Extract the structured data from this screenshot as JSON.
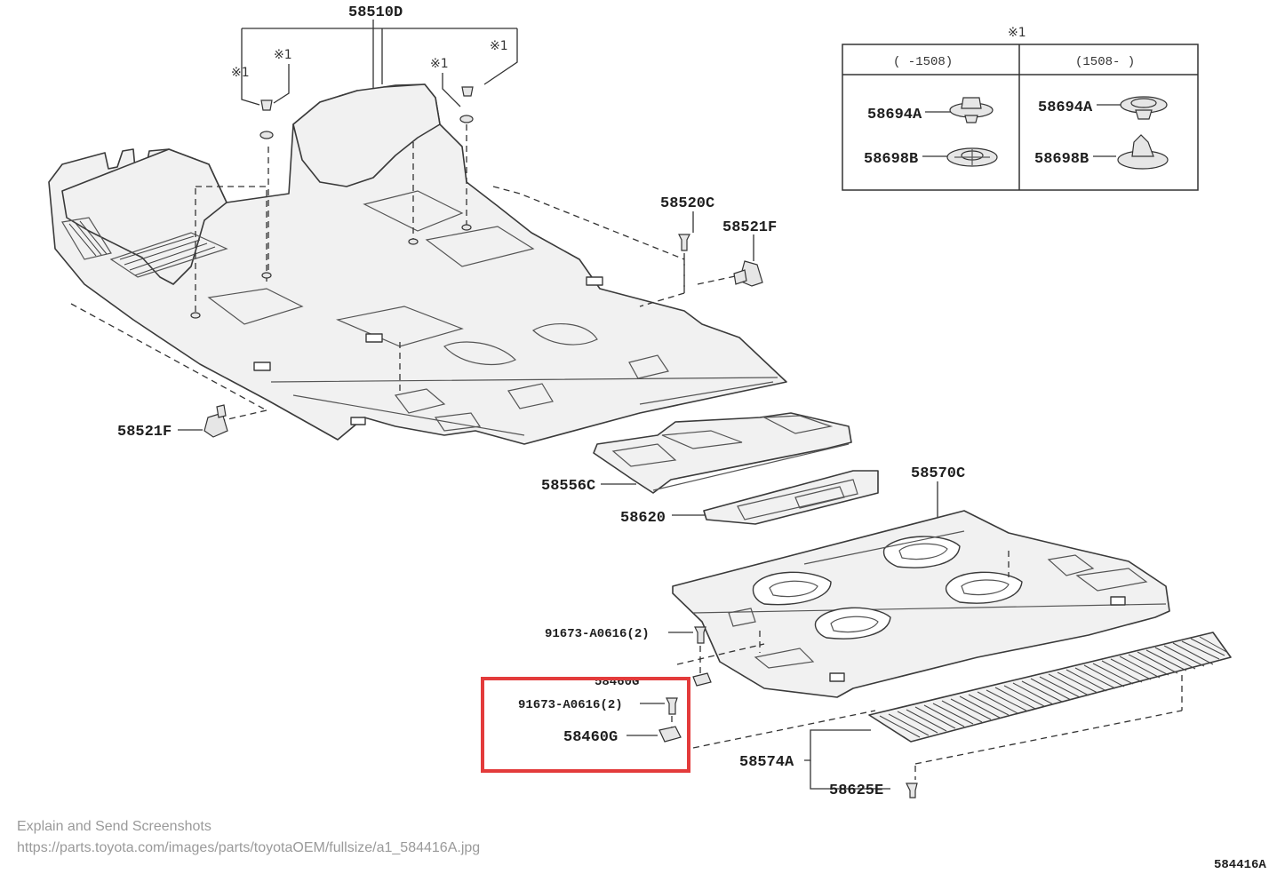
{
  "labels": {
    "carpet_front": "58510D",
    "mark_1": "※1",
    "clip_upper": "58520C",
    "clip_right": "58521F",
    "clip_left": "58521F",
    "center_panel": "58556C",
    "tray": "58620",
    "rear_mat": "58570C",
    "bolt_upper": "91673-A0616(2)",
    "nut_partial": "58460G",
    "bolt_lower": "91673-A0616(2)",
    "nut_lower": "58460G",
    "step_plate": "58574A",
    "step_clip": "58625E",
    "figure_id": "584416A"
  },
  "table": {
    "title": "※1",
    "col1_header": "(    -1508)",
    "col2_header": "(1508-    )",
    "col1_part_a": "58694A",
    "col1_part_b": "58698B",
    "col2_part_a": "58694A",
    "col2_part_b": "58698B"
  },
  "caption": {
    "line1": "Explain and Send Screenshots",
    "line2": "https://parts.toyota.com/images/parts/toyotaOEM/fullsize/a1_584416A.jpg"
  },
  "highlight_color": "#e33b3b"
}
